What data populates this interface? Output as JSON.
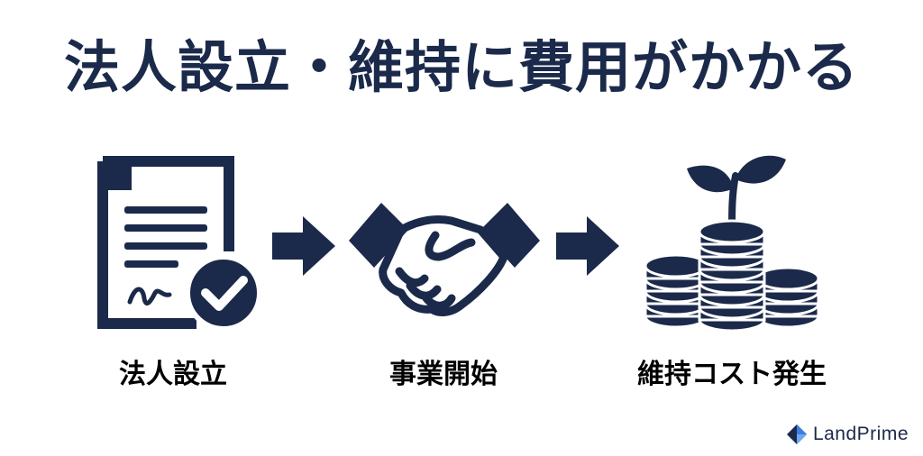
{
  "title": "法人設立・維持に費用がかかる",
  "steps": [
    {
      "label": "法人設立",
      "icon": "document-check-icon"
    },
    {
      "label": "事業開始",
      "icon": "handshake-icon"
    },
    {
      "label": "維持コスト発生",
      "icon": "coins-sprout-icon"
    }
  ],
  "arrows": [
    "arrow-right-icon",
    "arrow-right-icon"
  ],
  "logo": {
    "text": "LandPrime"
  },
  "colors": {
    "primary": "#1b2a4a",
    "label": "#000000",
    "background": "#ffffff",
    "logo_accent": "#3b7de0"
  }
}
